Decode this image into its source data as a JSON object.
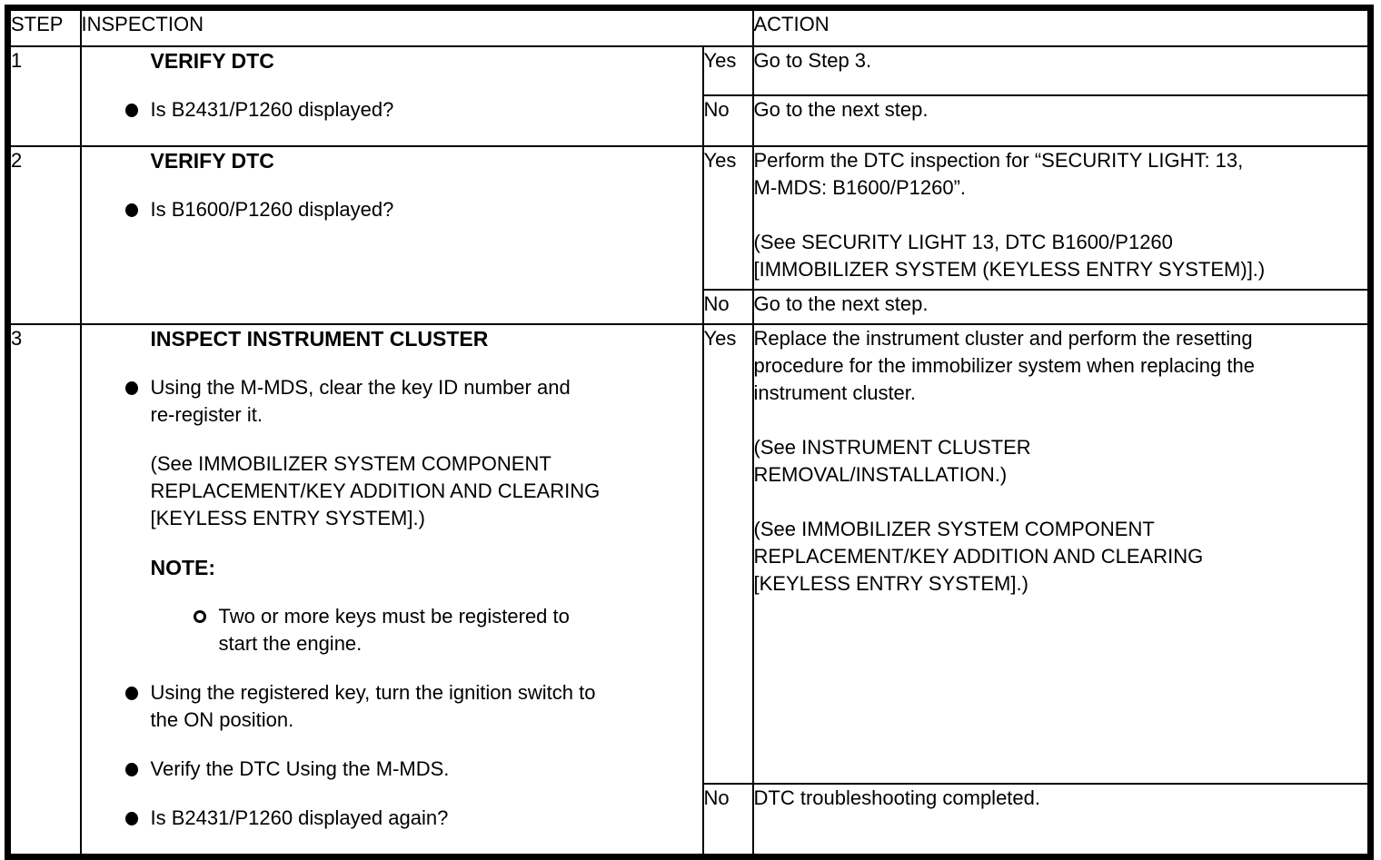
{
  "header": {
    "step": "STEP",
    "inspection": "INSPECTION",
    "action": "ACTION"
  },
  "rows": [
    {
      "step": "1",
      "inspection": {
        "heading": "VERIFY DTC",
        "items": [
          {
            "kind": "bullet",
            "text": "Is B2431/P1260 displayed?"
          }
        ]
      },
      "branches": [
        {
          "label": "Yes",
          "action": "Go to Step 3."
        },
        {
          "label": "No",
          "action": "Go to the next step."
        }
      ]
    },
    {
      "step": "2",
      "inspection": {
        "heading": "VERIFY DTC",
        "items": [
          {
            "kind": "bullet",
            "text": "Is B1600/P1260 displayed?"
          }
        ]
      },
      "branches": [
        {
          "label": "Yes",
          "action": "Perform the DTC inspection for “SECURITY LIGHT: 13,\nM-MDS: B1600/P1260”.\n\n(See SECURITY LIGHT 13, DTC B1600/P1260\n[IMMOBILIZER SYSTEM (KEYLESS ENTRY SYSTEM)].)"
        },
        {
          "label": "No",
          "action": "Go to the next step."
        }
      ]
    },
    {
      "step": "3",
      "inspection": {
        "heading": "INSPECT INSTRUMENT CLUSTER",
        "note_label": "NOTE:",
        "items": [
          {
            "kind": "bullet",
            "text": "Using the M-MDS, clear the key ID number and\nre-register it."
          },
          {
            "kind": "para",
            "text": "(See IMMOBILIZER SYSTEM COMPONENT\nREPLACEMENT/KEY ADDITION AND CLEARING\n[KEYLESS ENTRY SYSTEM].)"
          },
          {
            "kind": "sub",
            "text": "Two or more keys must be registered to\nstart the engine."
          },
          {
            "kind": "bullet",
            "text": "Using the registered key, turn the ignition switch to\nthe ON position."
          },
          {
            "kind": "bullet",
            "text": "Verify the DTC Using the M-MDS."
          },
          {
            "kind": "bullet",
            "text": "Is B2431/P1260 displayed again?"
          }
        ]
      },
      "branches": [
        {
          "label": "Yes",
          "action": "Replace the instrument cluster and perform the resetting\nprocedure for the immobilizer system when replacing the\ninstrument cluster.\n\n(See INSTRUMENT CLUSTER\nREMOVAL/INSTALLATION.)\n\n(See IMMOBILIZER SYSTEM COMPONENT\nREPLACEMENT/KEY ADDITION AND CLEARING\n[KEYLESS ENTRY SYSTEM].)"
        },
        {
          "label": "No",
          "action": "DTC troubleshooting completed."
        }
      ]
    }
  ]
}
